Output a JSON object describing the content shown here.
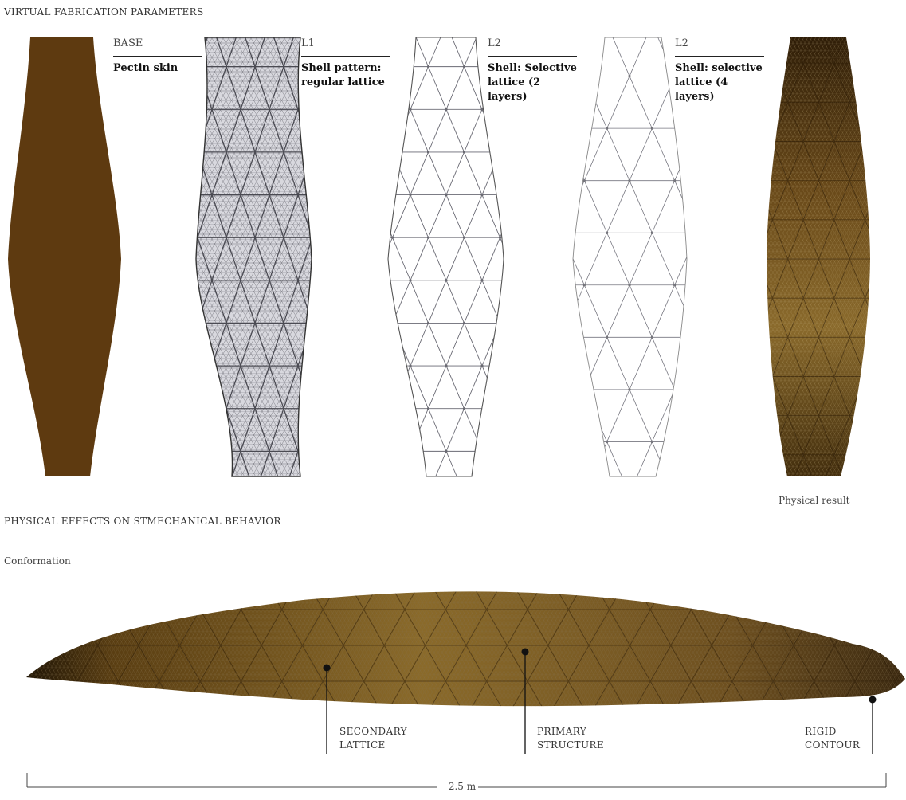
{
  "header": {
    "title": "VIRTUAL FABRICATION PARAMETERS"
  },
  "layers": [
    {
      "code": "BASE",
      "line1": "Pectin skin",
      "line2": ""
    },
    {
      "code": "L1",
      "line1": "Shell pattern:",
      "line2": "regular lattice"
    },
    {
      "code": "L2",
      "line1": "Shell: Selective",
      "line2": "lattice (2 layers)"
    },
    {
      "code": "L2",
      "line1": "Shell: selective",
      "line2": "lattice (4 layers)"
    }
  ],
  "physical_result_label": "Physical result",
  "effects": {
    "title": "PHYSICAL EFFECTS ON STMECHANICAL BEHAVIOR",
    "subtitle": "Conformation"
  },
  "callouts": [
    {
      "line1": "SECONDARY",
      "line2": "LATTICE"
    },
    {
      "line1": "PRIMARY",
      "line2": "STRUCTURE"
    },
    {
      "line1": "RIGID",
      "line2": "CONTOUR"
    }
  ],
  "scale": {
    "label": "2.5 m"
  },
  "colors": {
    "pectin": "#5e3a10",
    "lattice": "#5a5a5a",
    "sheet_dark": "#3a2408",
    "sheet_mid": "#7a5a1c",
    "sheet_light": "#9a7a3a"
  }
}
